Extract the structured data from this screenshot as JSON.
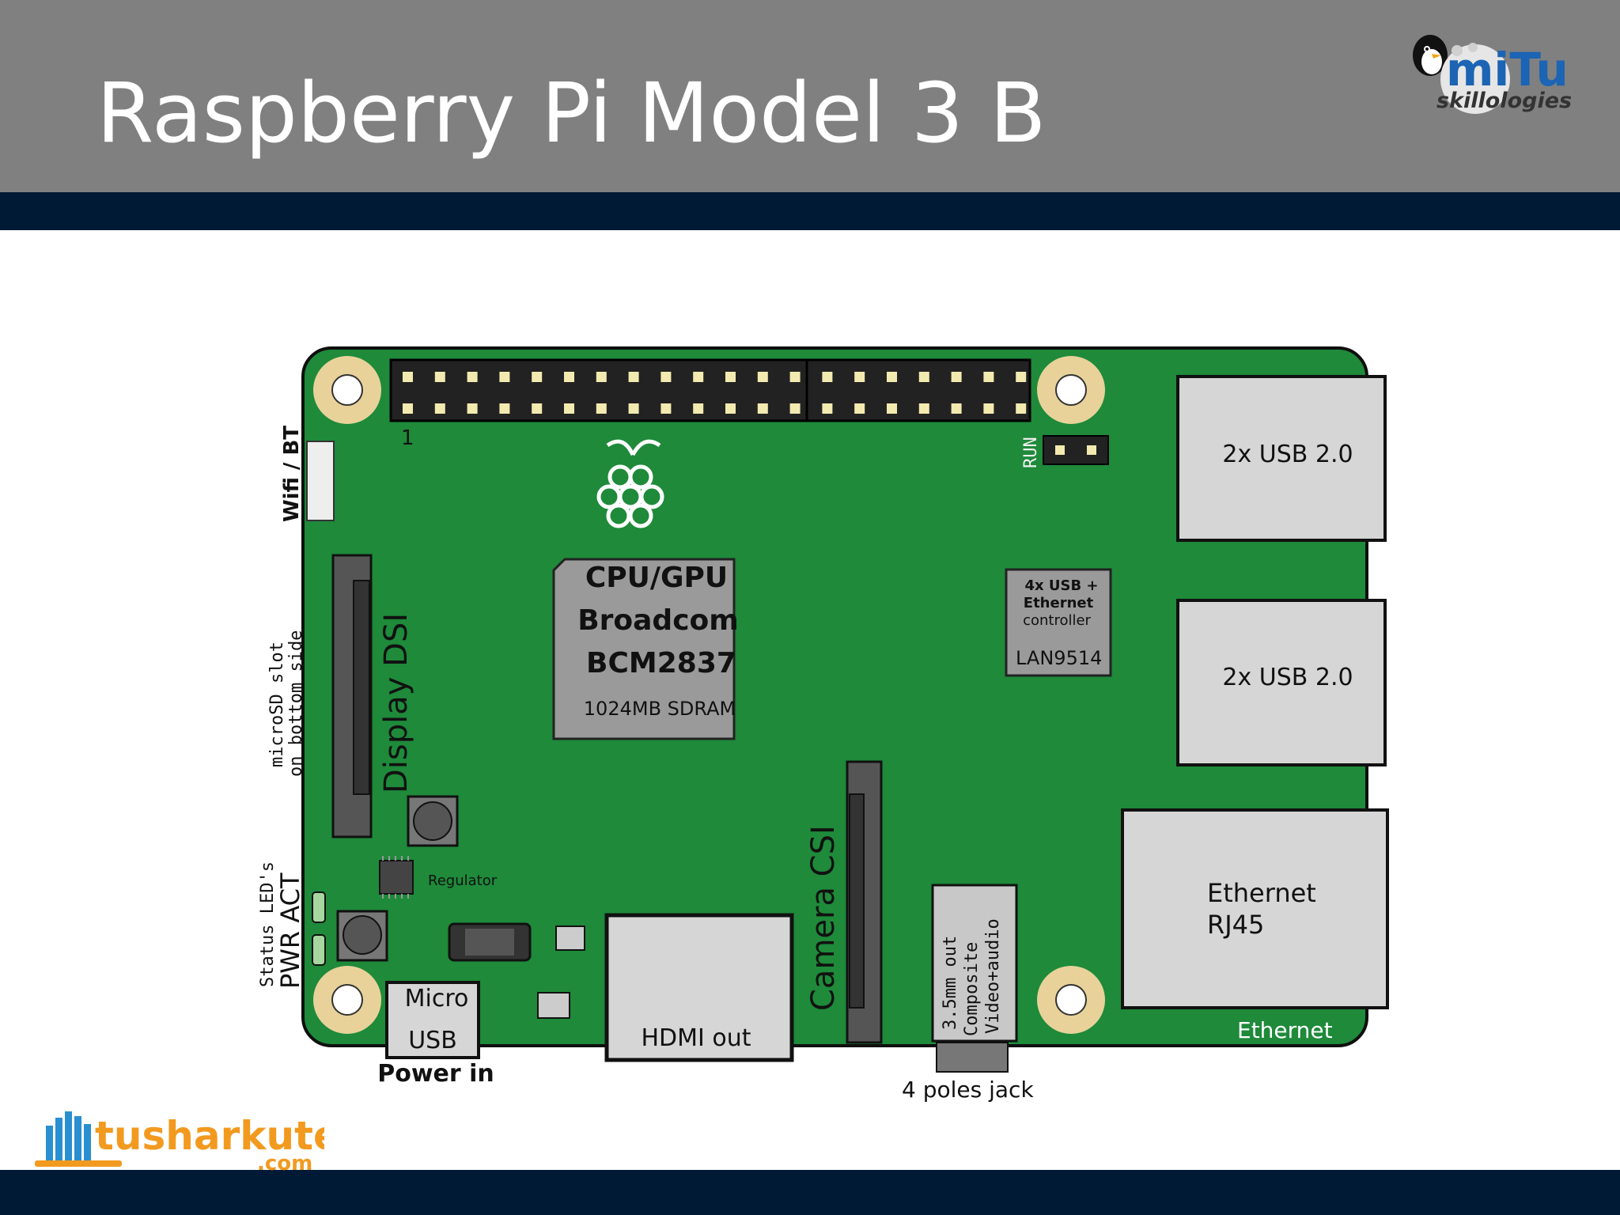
{
  "slide": {
    "title": "Raspberry Pi Model 3 B"
  },
  "logos": {
    "mitu_text": "miTu",
    "mitu_sub": "skillologies",
    "tk_text": "tusharkute",
    "tk_domain": ".com"
  },
  "board": {
    "gpio_pin1": "1",
    "run": "RUN",
    "wifi_bt": "Wifi / BT",
    "microsd_line1": "microSD slot",
    "microsd_line2": "on bottom side",
    "display_dsi": "Display DSI",
    "cpu_line1": "CPU/GPU",
    "cpu_line2": "Broadcom",
    "cpu_line3": "BCM2837",
    "cpu_line4": "1024MB SDRAM",
    "lan_line1": "4x USB +",
    "lan_line2": "Ethernet",
    "lan_line3": "controller",
    "lan_chip": "LAN9514",
    "usb_top": "2x USB 2.0",
    "usb_bottom": "2x USB 2.0",
    "ethernet_line1": "Ethernet",
    "ethernet_line2": "RJ45",
    "ethernet_edge": "Ethernet",
    "regulator": "Regulator",
    "status_leds": "Status LED's",
    "pwr_act": "PWR ACT",
    "micro_usb_line1": "Micro",
    "micro_usb_line2": "USB",
    "power_in": "Power in",
    "hdmi": "HDMI out",
    "camera_csi": "Camera CSI",
    "audio_line1": "3.5mm out",
    "audio_line2": "Composite",
    "audio_line3": "Video+audio",
    "four_pole": "4 poles jack"
  },
  "colors": {
    "header": "#808080",
    "stripe": "#001a35",
    "board_green": "#1e8a3a",
    "connector_grey": "#d6d6d6",
    "chip_grey": "#9a9a9a",
    "mount_hole": "#e8d29a"
  }
}
